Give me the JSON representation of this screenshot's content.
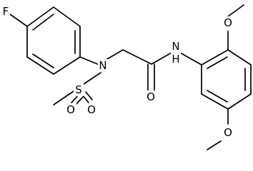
{
  "molecule": {
    "atoms": {
      "fluorine": "F",
      "sulfonamide_nitrogen": "N",
      "sulfur": "S",
      "sulfonyl_oxygen_left": "O",
      "sulfonyl_oxygen_right": "O",
      "carbonyl_oxygen": "O",
      "amide_nitrogen": "N",
      "amide_hydrogen": "H",
      "methoxy_oxygen_top": "O",
      "methoxy_oxygen_bottom": "O"
    }
  },
  "colors": {
    "bond": "#000000",
    "label": "#000000",
    "background": "#ffffff"
  }
}
